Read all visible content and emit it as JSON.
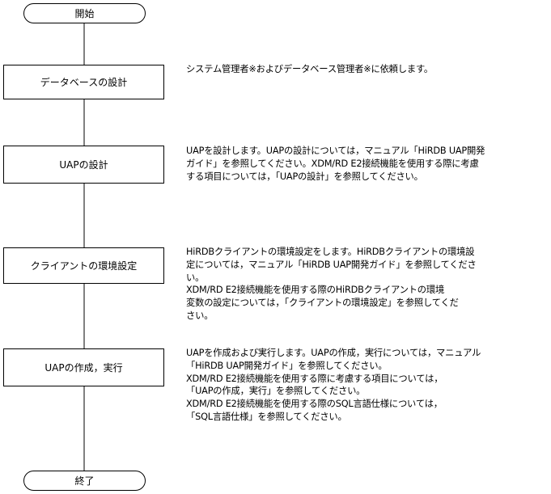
{
  "flow": {
    "start_label": "開始",
    "end_label": "終了",
    "steps": [
      {
        "label": "データベースの設計",
        "description": [
          "システム管理者※およびデータベース管理者※に依頼します。"
        ]
      },
      {
        "label": "UAPの設計",
        "description": [
          "UAPを設計します。UAPの設計については，マニュアル「HiRDB UAP開発",
          "ガイド」を参照してください。XDM/RD E2接続機能を使用する際に考慮",
          "する項目については，「UAPの設計」を参照してください。"
        ]
      },
      {
        "label": "クライアントの環境設定",
        "description": [
          "HiRDBクライアントの環境設定をします。HiRDBクライアントの環境設",
          "定については，マニュアル「HiRDB UAP開発ガイド」を参照してくださ",
          "い。",
          "XDM/RD E2接続機能を使用する際のHiRDBクライアントの環境",
          "変数の設定については，「クライアントの環境設定」を参照してくだ",
          "さい。"
        ]
      },
      {
        "label": "UAPの作成，実行",
        "description": [
          "UAPを作成および実行します。UAPの作成，実行については，マニュアル",
          "「HiRDB UAP開発ガイド」を参照してください。",
          "XDM/RD E2接続機能を使用する際に考慮する項目については，",
          "「UAPの作成，実行」を参照してください。",
          "XDM/RD E2接続機能を使用する際のSQL言語仕様については，",
          "「SQL言語仕様」を参照してください。"
        ]
      }
    ]
  }
}
